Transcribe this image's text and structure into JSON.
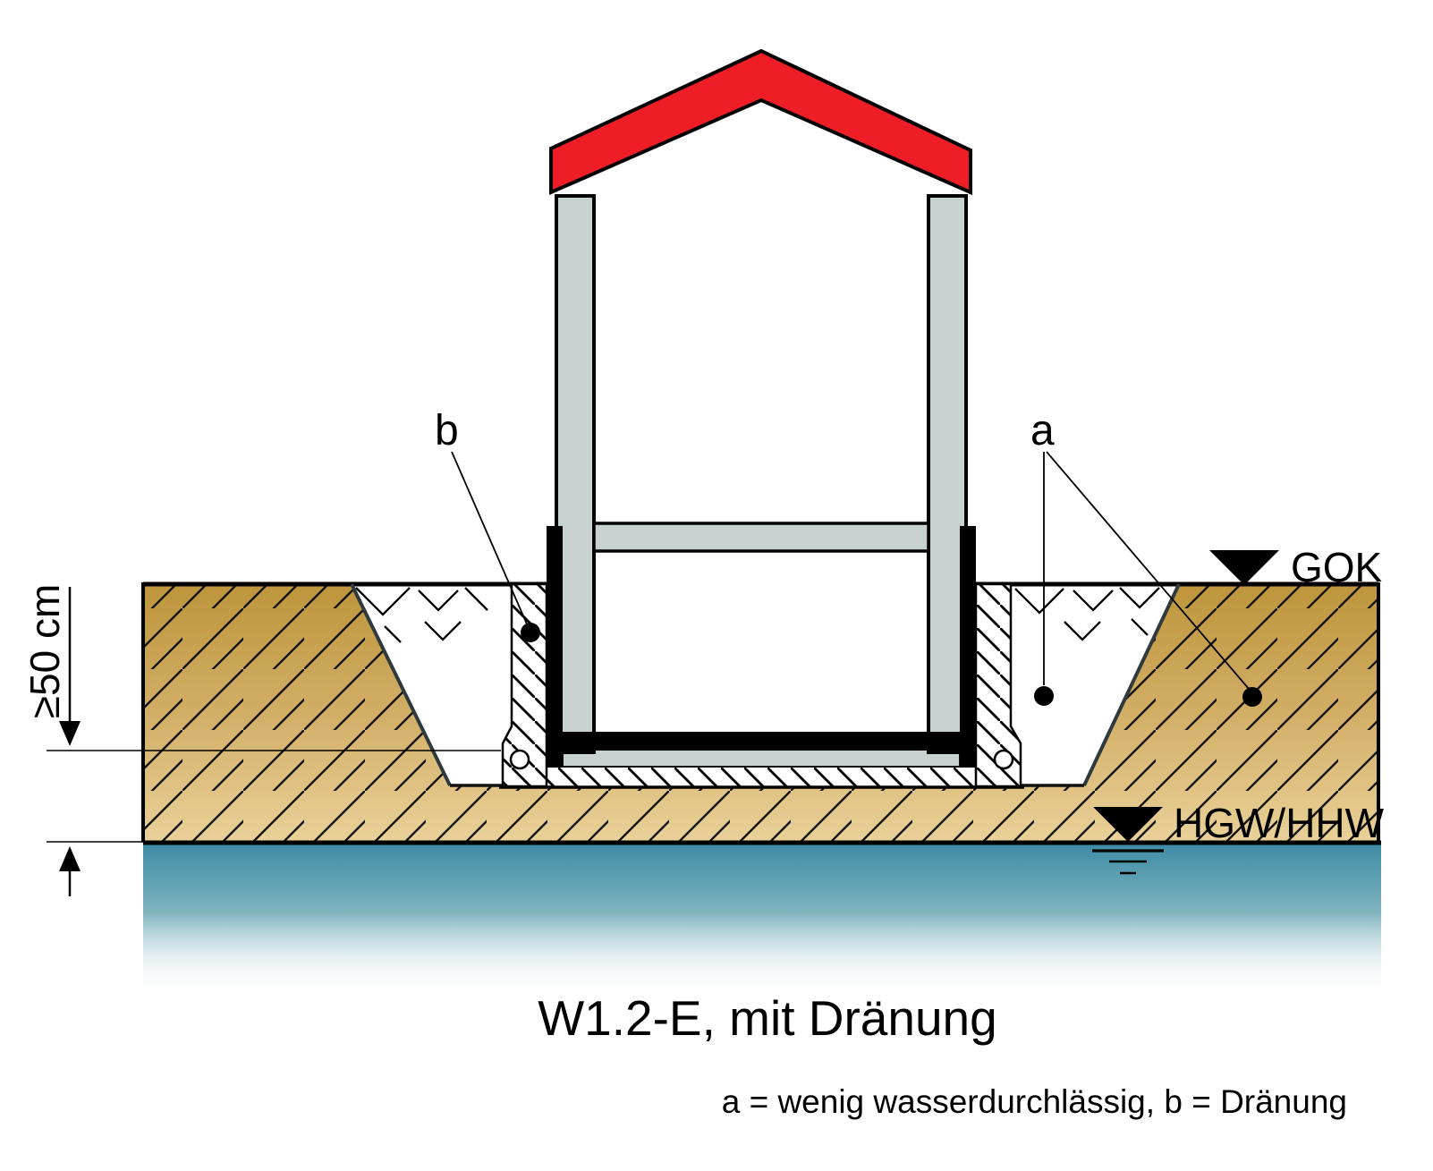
{
  "diagram": {
    "title": "W1.2-E, mit Dränung",
    "legend": "a = wenig wasserdurchlässig, b = Dränung",
    "labels": {
      "a": "a",
      "b": "b",
      "gok": "GOK",
      "hgw": "HGW/HHW",
      "depth_dimension": "≥50 cm"
    },
    "colors": {
      "roof_red": "#EF1D26",
      "wall_gray": "#C7D1D0",
      "soil_tan_top": "#BE953B",
      "soil_tan_bottom": "#EAD29B",
      "water_teal": "#3D8CA6",
      "outline_black": "#000000"
    }
  }
}
